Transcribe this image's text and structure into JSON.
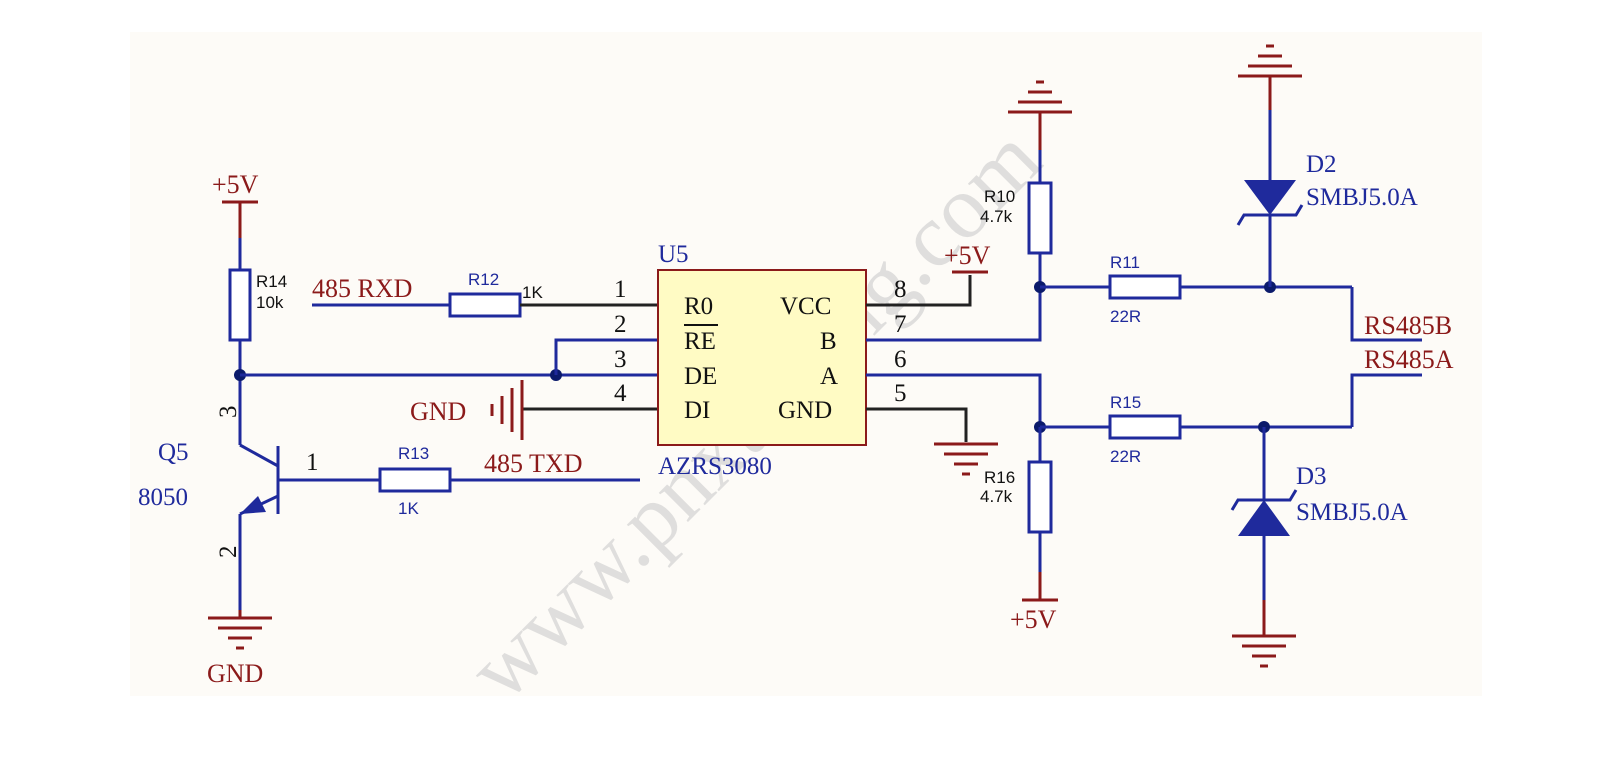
{
  "ic": {
    "ref": "U5",
    "part": "AZRS3080",
    "pins": [
      {
        "num": "1",
        "name": "R0"
      },
      {
        "num": "2",
        "name": "RE"
      },
      {
        "num": "3",
        "name": "DE"
      },
      {
        "num": "4",
        "name": "DI"
      },
      {
        "num": "8",
        "name": "VCC"
      },
      {
        "num": "7",
        "name": "B"
      },
      {
        "num": "6",
        "name": "A"
      },
      {
        "num": "5",
        "name": "GND"
      }
    ]
  },
  "resistors": [
    {
      "ref": "R14",
      "value": "10k"
    },
    {
      "ref": "R12",
      "value": "1K"
    },
    {
      "ref": "R13",
      "value": "1K"
    },
    {
      "ref": "R10",
      "value": "4.7k"
    },
    {
      "ref": "R11",
      "value": "22R"
    },
    {
      "ref": "R15",
      "value": "22R"
    },
    {
      "ref": "R16",
      "value": "4.7k"
    }
  ],
  "transistor": {
    "ref": "Q5",
    "part": "8050",
    "pins": [
      "3",
      "1",
      "2"
    ]
  },
  "diodes": [
    {
      "ref": "D2",
      "part": "SMBJ5.0A"
    },
    {
      "ref": "D3",
      "part": "SMBJ5.0A"
    }
  ],
  "nets": {
    "rxd": "485 RXD",
    "txd": "485 TXD",
    "rs485b": "RS485B",
    "rs485a": "RS485A",
    "vcc_q5": "+5V",
    "vcc_ic": "+5V",
    "vcc_r16": "+5V",
    "gnd_q5": "GND",
    "gnd_di": "GND"
  },
  "watermark": "www.pnxuetang.com",
  "colors": {
    "wire": "#1f2a9c",
    "power": "#8b1a1a",
    "ic_fill": "#fffbc4",
    "background": "#fdfbf7"
  }
}
